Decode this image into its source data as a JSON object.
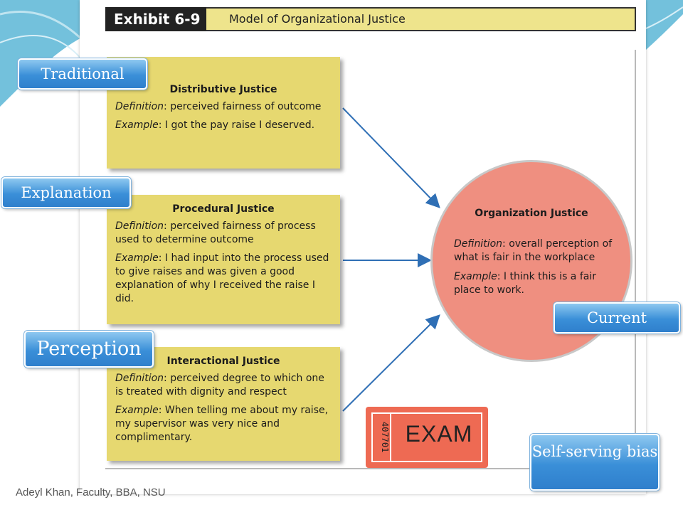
{
  "header": {
    "exhibit_label": "Exhibit 6-9",
    "title": "Model of Organizational Justice"
  },
  "boxes": [
    {
      "title": "Distributive Justice",
      "definition_term": "Definition",
      "definition_text": ": perceived fairness of outcome",
      "example_term": "Example",
      "example_text": ": I got the pay raise I deserved."
    },
    {
      "title": "Procedural Justice",
      "definition_term": "Definition",
      "definition_text": ": perceived fairness of process used to determine outcome",
      "example_term": "Example",
      "example_text": ": I had input into the process used to give raises and was given a good explanation of why I received the raise I did."
    },
    {
      "title": "Interactional Justice",
      "definition_term": "Definition",
      "definition_text": ": perceived degree to which one is treated with dignity and respect",
      "example_term": "Example",
      "example_text": ": When telling me about my raise, my supervisor was very nice and complimentary."
    }
  ],
  "outcome": {
    "title": "Organization Justice",
    "definition_term": "Definition",
    "definition_text": ": overall perception of what is fair in the workplace",
    "example_term": "Example",
    "example_text": ": I think this is a fair place to work."
  },
  "tags": {
    "traditional": "Traditional",
    "explanation": "Explanation",
    "perception": "Perception",
    "current": "Current",
    "self_serving": "Self-serving bias"
  },
  "ticket": {
    "number": "407701",
    "word": "EXAM"
  },
  "footer": "Adeyl Khan, Faculty, BBA, NSU",
  "colors": {
    "box_fill": "#e6d870",
    "circle_fill": "#ef8f80",
    "arrow": "#2f6fb5",
    "tag_blue": "#3a8fd8",
    "ticket": "#ee6a53"
  }
}
